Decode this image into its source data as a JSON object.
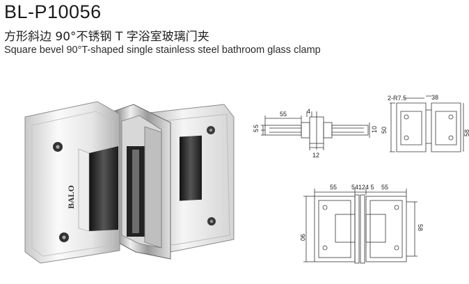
{
  "header": {
    "model_number": "BL-P10056",
    "title_cn": "方形斜边 90°不锈钢 T 字浴室玻璃门夹",
    "title_en": "Square bevel 90°T-shaped single stainless steel bathroom glass clamp"
  },
  "photo": {
    "brand_text": "BALO"
  },
  "drawings": {
    "side_view": {
      "d_55": "55",
      "d_4": "4",
      "d_5a": "5",
      "d_5b": "5",
      "d_10": "10",
      "d_12": "12"
    },
    "end_view": {
      "radius": "2-R7.5",
      "d_38": "38",
      "d_50": "50",
      "d_58": "58"
    },
    "front_view": {
      "d_55_left": "55",
      "d_mid": "54124 5",
      "d_55_right": "55",
      "d_90": "90",
      "d_58": "58"
    }
  },
  "colors": {
    "line": "#333333",
    "metal_dark": "#2b2b2b",
    "metal_light": "#f2f2f2"
  }
}
